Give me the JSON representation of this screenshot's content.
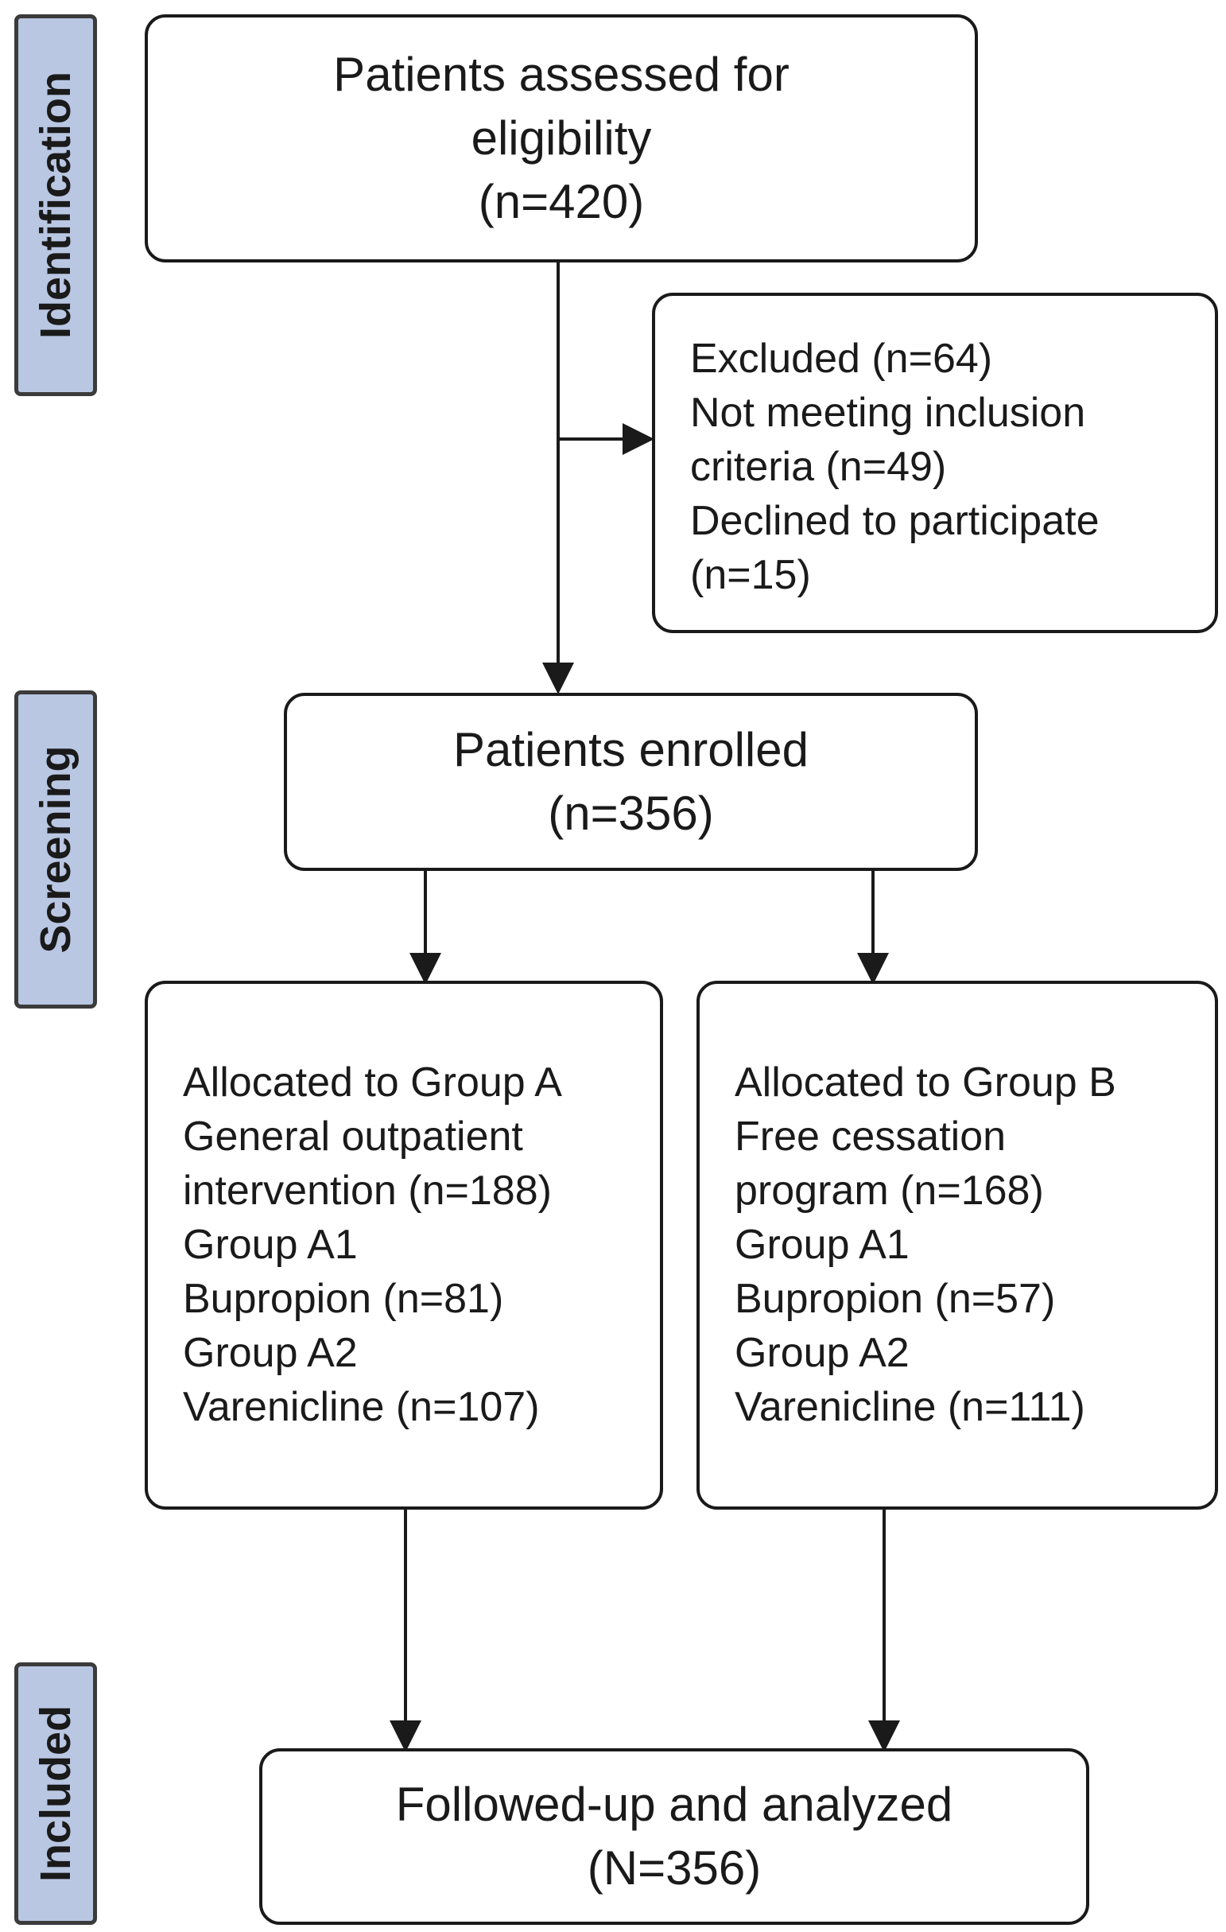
{
  "stages": {
    "identification": "Identification",
    "screening": "Screening",
    "included": "Included"
  },
  "assessed": {
    "lines": [
      "Patients assessed for",
      "eligibility",
      "(n=420)"
    ]
  },
  "excluded": {
    "lines": [
      "Excluded (n=64)",
      "Not meeting inclusion",
      "criteria (n=49)",
      "Declined to participate",
      "(n=15)"
    ]
  },
  "enrolled": {
    "lines": [
      "Patients enrolled",
      "(n=356)"
    ]
  },
  "group_a": {
    "lines": [
      "Allocated to Group A",
      "General outpatient",
      "intervention (n=188)",
      "Group A1",
      "Bupropion (n=81)",
      "Group A2",
      "Varenicline (n=107)"
    ]
  },
  "group_b": {
    "lines": [
      "Allocated to Group B",
      "Free cessation",
      "program (n=168)",
      "Group A1",
      "Bupropion (n=57)",
      "Group A2",
      "Varenicline (n=111)"
    ]
  },
  "followed": {
    "lines": [
      "Followed-up and analyzed",
      "(N=356)"
    ]
  },
  "colors": {
    "stage_fill": "#b9c7e3",
    "stage_border": "#3b3b3b",
    "line": "#1a1a1a"
  }
}
